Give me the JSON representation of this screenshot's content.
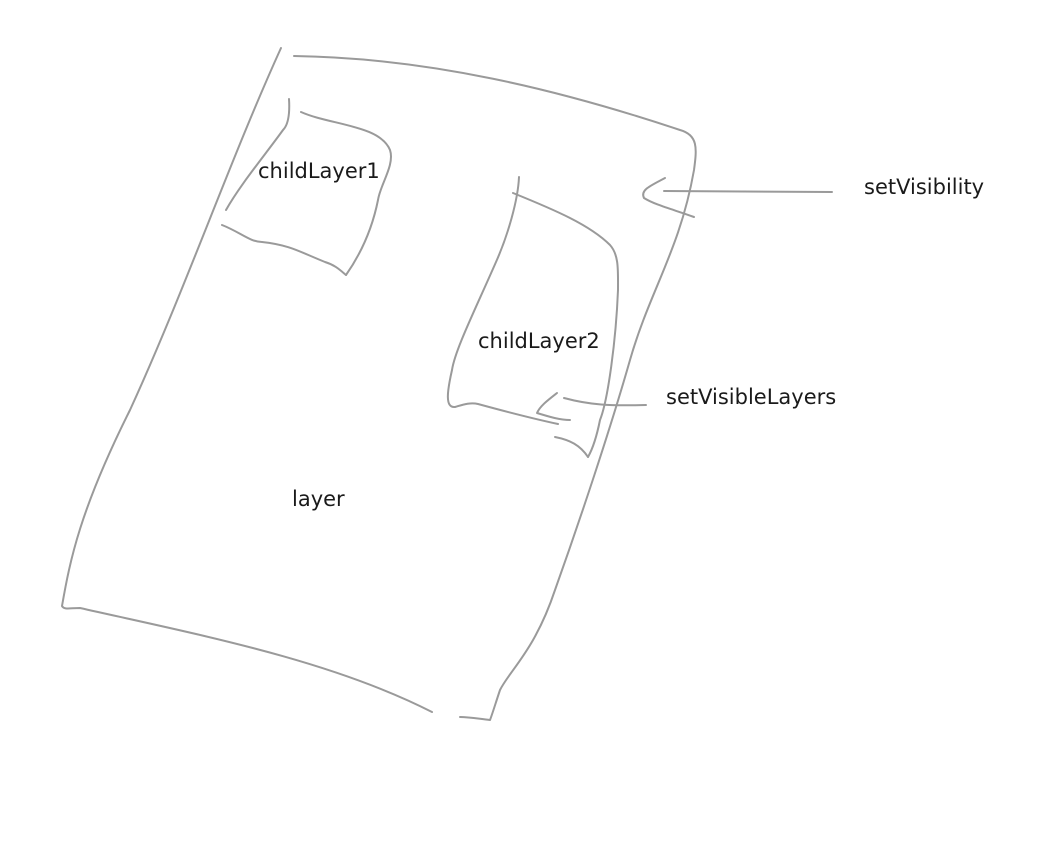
{
  "diagram": {
    "labels": {
      "child_layer_1": "childLayer1",
      "child_layer_2": "childLayer2",
      "layer": "layer",
      "set_visibility": "setVisibility",
      "set_visible_layers": "setVisibleLayers"
    },
    "colors": {
      "stroke": "#9a9a9a",
      "text": "#1a1a1a",
      "background": "#ffffff"
    }
  }
}
